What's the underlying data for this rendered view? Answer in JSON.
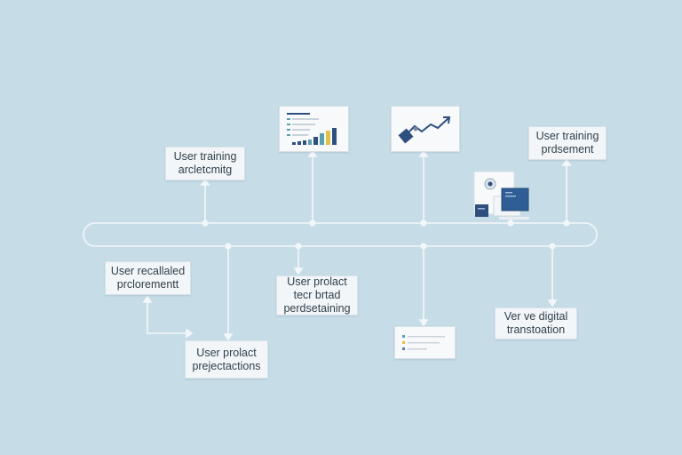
{
  "colors": {
    "background": "#c6dde8",
    "line": "#f3f7fa",
    "accent_navy": "#2f4f7f",
    "accent_teal": "#5aa0b0",
    "accent_yellow": "#e2c34a"
  },
  "labels": {
    "top_left": [
      "User training",
      "arcletcmitg"
    ],
    "top_right": [
      "User training",
      "prdsement"
    ],
    "bottom_left": [
      "User recallaled",
      "prclorementt"
    ],
    "bottom_left_lower": [
      "User prolact",
      "prejectactions"
    ],
    "bottom_middle": [
      "User prolact",
      "tecr brtad",
      "perdsetaining"
    ],
    "bottom_right": [
      "Ver ve digital",
      "transtoation"
    ]
  },
  "icons": {
    "bar_chart_card": "bar-chart-icon",
    "trend_card": "trend-arrow-icon",
    "devices_card": "devices-icon",
    "list_card": "list-icon"
  }
}
